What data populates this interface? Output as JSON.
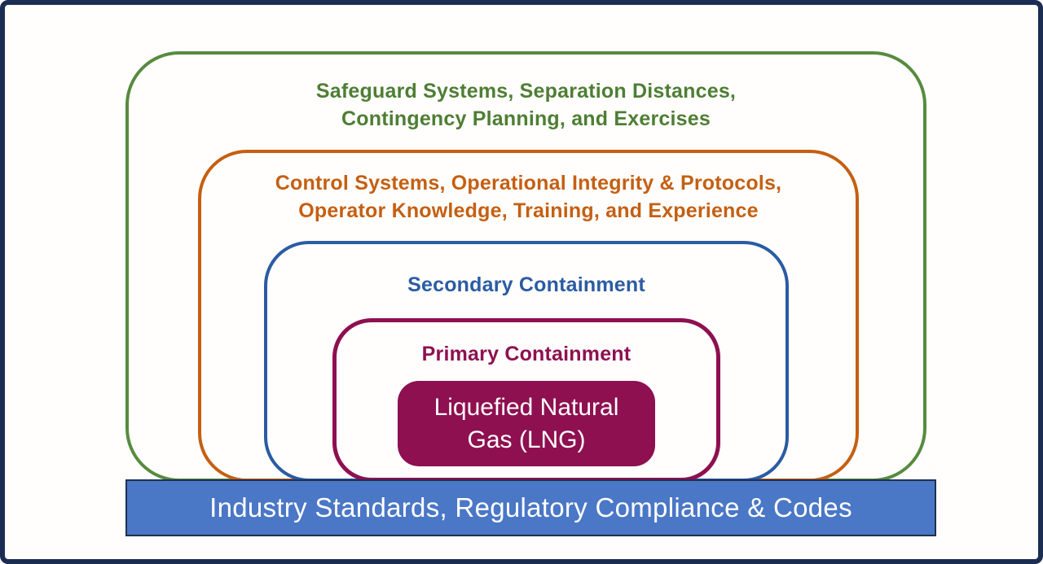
{
  "page": {
    "background_color": "#ffffff",
    "border_color": "#1c2d52"
  },
  "layers": [
    {
      "name": "safeguard-systems",
      "color": "#578b3f",
      "line1": "Safeguard Systems, Separation Distances,",
      "line2": "Contingency Planning, and Exercises"
    },
    {
      "name": "control-systems",
      "color": "#c55f11",
      "line1": "Control Systems, Operational Integrity & Protocols,",
      "line2": "Operator Knowledge, Training, and Experience"
    },
    {
      "name": "secondary-containment",
      "color": "#2b5ba3",
      "label": "Secondary Containment"
    },
    {
      "name": "primary-containment",
      "color": "#8e1050",
      "label": "Primary Containment"
    }
  ],
  "core": {
    "fill_color": "#8e1050",
    "text_color": "#ffffff",
    "line1": "Liquefied Natural",
    "line2": "Gas (LNG)"
  },
  "foundation": {
    "fill_color": "#4a77c6",
    "border_color": "#1f3150",
    "text_color": "#ffffff",
    "label": "Industry Standards, Regulatory Compliance & Codes"
  }
}
